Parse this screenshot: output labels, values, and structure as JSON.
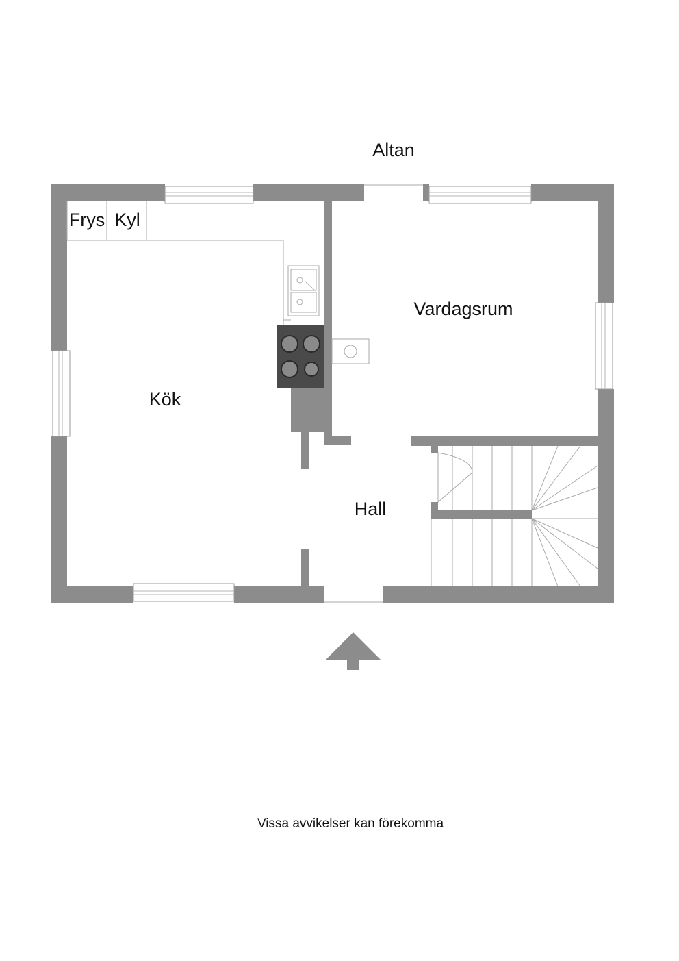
{
  "labels": {
    "altan": "Altan",
    "frys": "Frys",
    "kyl": "Kyl",
    "vardagsrum": "Vardagsrum",
    "kok": "Kök",
    "hall": "Hall"
  },
  "footer_note": "Vissa avvikelser kan förekomma",
  "colors": {
    "wall": "#8c8c8c",
    "stove": "#4a4a4a",
    "burner": "#8a8a8a",
    "background": "#ffffff"
  },
  "icons": {
    "entrance": "entrance-arrow-icon",
    "stove": "stove-icon",
    "sink": "sink-icon"
  }
}
